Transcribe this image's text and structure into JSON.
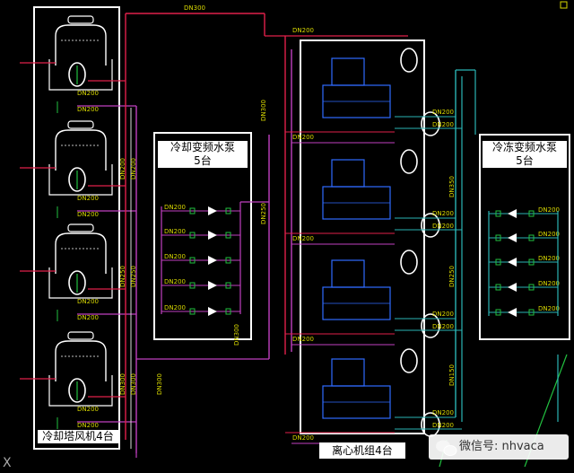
{
  "colors": {
    "background": "#000000",
    "frame": "#ffffff",
    "supply_red": "#e0204a",
    "return_magenta": "#c040c0",
    "chilled_cyan": "#2ab5b5",
    "machine_blue": "#2f6bff",
    "valve_green": "#22c040",
    "dim_text": "#d8d800"
  },
  "labels": {
    "cooling_tower": "冷却塔风机4台",
    "cooling_pump_line1": "冷却变频水泵",
    "cooling_pump_line2": "5台",
    "chilled_pump_line1": "冷冻变频水泵",
    "chilled_pump_line2": "5台",
    "chillers": "离心机组4台",
    "watermark": "微信号: nhvaca",
    "corner_mark": "X"
  },
  "pipe_labels": {
    "dn300": "DN300",
    "dn250": "DN250",
    "dn200": "DN200",
    "dn150": "DN150",
    "dn350": "DN350"
  },
  "icons": {
    "wechat": "wechat-icon",
    "pump": "pump-icon",
    "valve": "valve-icon",
    "tower_fan": "cooling-tower-icon",
    "chiller": "centrifugal-chiller-icon"
  }
}
